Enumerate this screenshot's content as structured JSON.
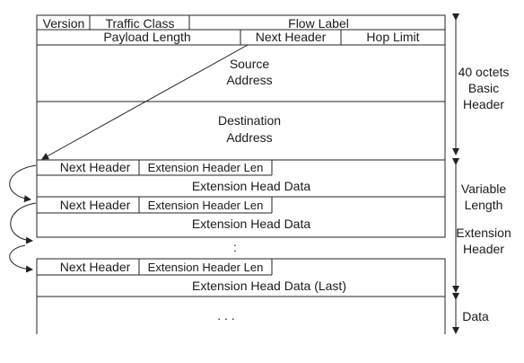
{
  "header": {
    "version": "Version",
    "traffic_class": "Traffic Class",
    "flow_label": "Flow Label",
    "payload_length": "Payload Length",
    "next_header": "Next Header",
    "hop_limit": "Hop Limit",
    "source_line1": "Source",
    "source_line2": "Address",
    "dest_line1": "Destination",
    "dest_line2": "Address"
  },
  "extensions": [
    {
      "next_header": "Next Header",
      "len": "Extension Header Len",
      "data": "Extension Head Data"
    },
    {
      "next_header": "Next Header",
      "len": "Extension Header Len",
      "data": "Extension Head Data"
    },
    {
      "next_header": "Next Header",
      "len": "Extension Header Len",
      "data": "Extension Head Data (Last)"
    }
  ],
  "vdots": ":",
  "data_ellipsis": ". . .",
  "side_labels": {
    "basic_line1": "40 octets",
    "basic_line2": "Basic",
    "basic_line3": "Header",
    "var_line1": "Variable",
    "var_line2": "Length",
    "var_line3": "Extension",
    "var_line4": "Header",
    "data": "Data"
  }
}
